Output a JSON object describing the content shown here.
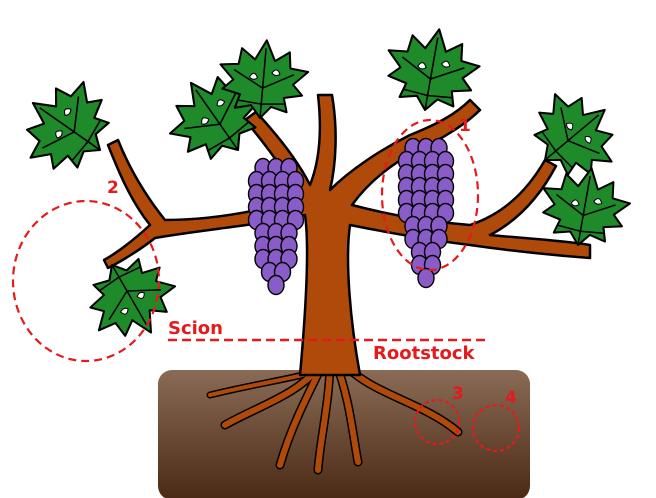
{
  "labels": {
    "scion": "Scion",
    "rootstock": "Rootstock",
    "marker_1": "1",
    "marker_2": "2",
    "marker_3": "3",
    "marker_4": "4"
  },
  "colors": {
    "leaf": "#1f8a2a",
    "leaf_outline": "#000000",
    "trunk": "#b04a0a",
    "grape": "#8a5cc8",
    "soil_top": "#8a6b55",
    "soil_bottom": "#4a2a14",
    "marker": "#e41a1c"
  },
  "icons": {
    "leaf": "grape-leaf-icon",
    "cluster": "grape-cluster-icon"
  }
}
